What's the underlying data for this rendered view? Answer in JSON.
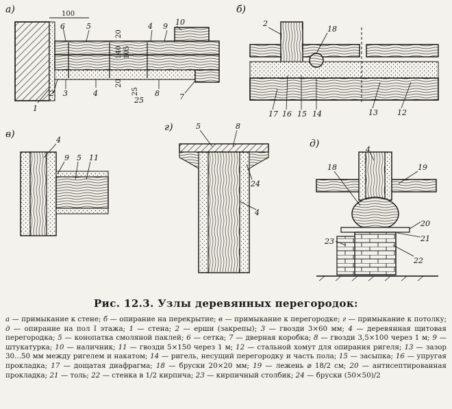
{
  "figure": {
    "caption": "Рис. 12.3. Узлы деревянных перегородок:",
    "panel_labels": {
      "a": "а)",
      "b": "б)",
      "v": "в)",
      "g": "г)",
      "d": "д)"
    },
    "dimensions": [
      "100",
      "20",
      "140",
      "105",
      "20",
      "25"
    ],
    "callouts": {
      "a": [
        "1",
        "2",
        "3",
        "4",
        "5",
        "6",
        "7",
        "8",
        "9",
        "10",
        "4",
        "25"
      ],
      "b": [
        "2",
        "18",
        "17",
        "16",
        "15",
        "14",
        "13",
        "12"
      ],
      "v": [
        "4",
        "9",
        "5",
        "11"
      ],
      "g": [
        "5",
        "8",
        "24",
        "4"
      ],
      "d": [
        "4",
        "18",
        "19",
        "20",
        "21",
        "22",
        "23"
      ]
    }
  },
  "legend": [
    {
      "key": "а",
      "text": "примыкание к стене;"
    },
    {
      "key": "б",
      "text": "опирание на перекрытие;"
    },
    {
      "key": "в",
      "text": "примыкание к перегородке;"
    },
    {
      "key": "г",
      "text": "примыкание к потолку;"
    },
    {
      "key": "д",
      "text": "опирание на пол I этажа;"
    },
    {
      "key": "1",
      "text": "стена;"
    },
    {
      "key": "2",
      "text": "ерши (закрепы);"
    },
    {
      "key": "3",
      "text": "гвозди 3×60 мм;"
    },
    {
      "key": "4",
      "text": "деревянная щитовая перегородка;"
    },
    {
      "key": "5",
      "text": "конопатка смоляной паклей;"
    },
    {
      "key": "6",
      "text": "сетка;"
    },
    {
      "key": "7",
      "text": "дверная коробка;"
    },
    {
      "key": "8",
      "text": "гвозди 3,5×100 через 1 м;"
    },
    {
      "key": "9",
      "text": "штукатурка;"
    },
    {
      "key": "10",
      "text": "наличник;"
    },
    {
      "key": "11",
      "text": "гвозди 5×150 через 1 м;"
    },
    {
      "key": "12",
      "text": "стальной хомут для опирания ригеля;"
    },
    {
      "key": "13",
      "text": "зазор 30...50 мм между ригелем и накатом;"
    },
    {
      "key": "14",
      "text": "ригель, несущий перегородку и часть пола;"
    },
    {
      "key": "15",
      "text": "засыпка;"
    },
    {
      "key": "16",
      "text": "упругая прокладка;"
    },
    {
      "key": "17",
      "text": "дощатая диафрагма;"
    },
    {
      "key": "18",
      "text": "бруски 20×20 мм;"
    },
    {
      "key": "19",
      "text": "лежень ⌀ 18/2 см;"
    },
    {
      "key": "20",
      "text": "антисептированная прокладка;"
    },
    {
      "key": "21",
      "text": "толь;"
    },
    {
      "key": "22",
      "text": "стенка в 1/2 кирпича;"
    },
    {
      "key": "23",
      "text": "кирпичный столбик;"
    },
    {
      "key": "24",
      "text": "бруски (50×50)/2"
    }
  ]
}
